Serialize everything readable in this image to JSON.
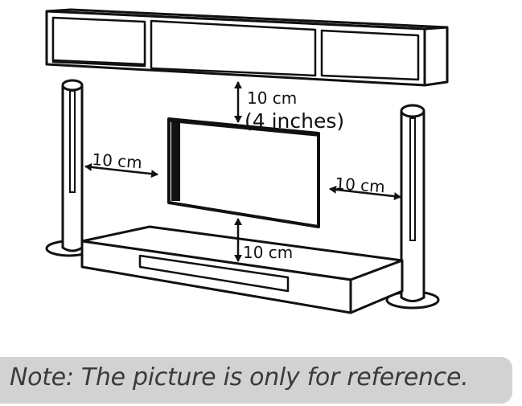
{
  "diagram": {
    "labels": {
      "top_gap": "10 cm",
      "top_gap_inches": "(4 inches)",
      "left_gap": "10 cm",
      "right_gap": "10 cm",
      "bottom_gap": "10 cm"
    }
  },
  "note": {
    "text": "Note: The picture is only for reference."
  },
  "colors": {
    "line": "#111111",
    "note_background": "#d2d2d2",
    "note_text": "#3a3a3a"
  }
}
